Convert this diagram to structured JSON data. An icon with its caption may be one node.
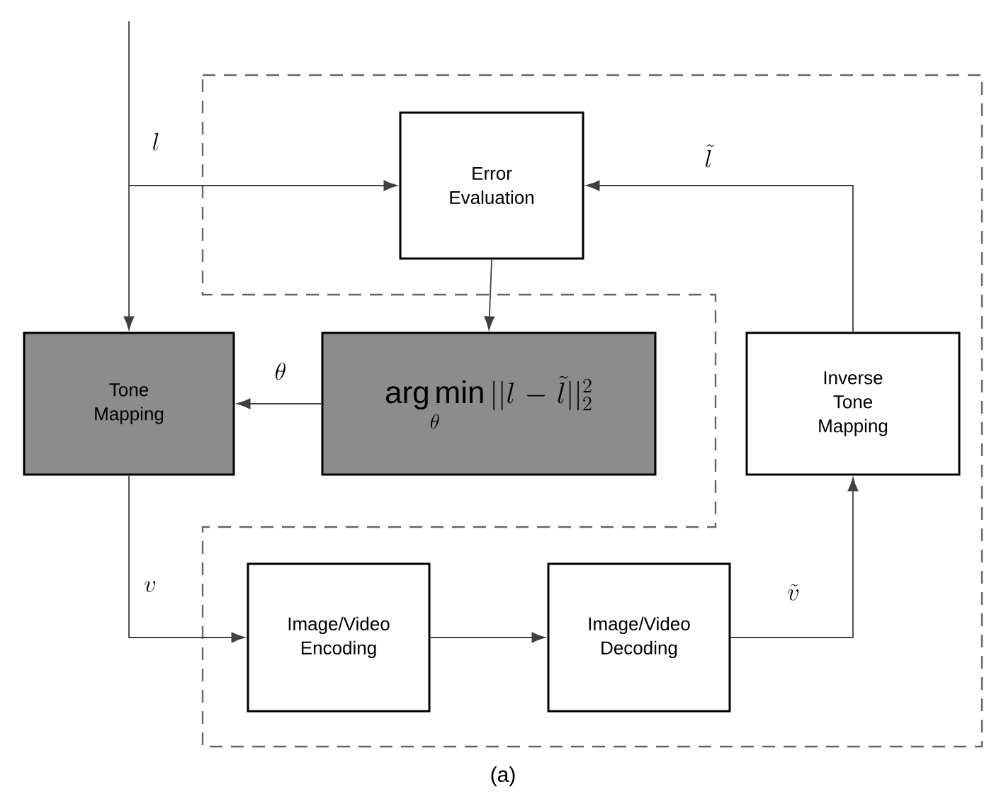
{
  "diagram": {
    "caption": "(a)",
    "nodes": [
      {
        "text": [
          "Error Evaluation"
        ]
      },
      {
        "text": [
          "Tone Mapping"
        ]
      },
      {
        "text": [
          "\\mathop{\\arg\\min}\\limits_{\\theta} ||l-\\tilde{l}||_2^2"
        ]
      },
      {
        "text": [
          "Inverse Tone Mapping"
        ]
      },
      {
        "text": [
          "Image/Video Encoding"
        ]
      },
      {
        "text": [
          "Image/Video Decoding"
        ]
      }
    ],
    "edges": [
      {
        "from": null,
        "to": 1,
        "arrow": "to"
      },
      {
        "from": null,
        "to": 0,
        "arrow": "to",
        "label": "l"
      },
      {
        "from": 3,
        "to": 0,
        "arrow": "to",
        "label": "\\tilde{l}"
      },
      {
        "from": 0,
        "to": 2,
        "arrow": "to"
      },
      {
        "from": 2,
        "to": 1,
        "arrow": "to",
        "label": "\\theta"
      },
      {
        "from": 1,
        "to": 4,
        "arrow": "to",
        "label": "v"
      },
      {
        "from": 4,
        "to": 5,
        "arrow": "to"
      },
      {
        "from": 5,
        "to": 3,
        "arrow": "to",
        "label": "\\tilde{v}"
      }
    ]
  }
}
